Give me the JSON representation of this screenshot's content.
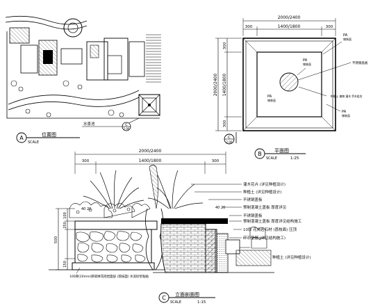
{
  "panel_a": {
    "title": "位置图",
    "letter": "A",
    "scale_label": "SCALE",
    "callout_label": "水景池",
    "callout_letter": "C",
    "callout_sub": "2.06"
  },
  "panel_b": {
    "title": "平面图",
    "letter": "B",
    "scale_label": "SCALE",
    "scale_value": "1:25",
    "dim_outer": "2000/2400",
    "dim_inner": "1400/1800",
    "dim_side_left": "300",
    "dim_side_right": "300",
    "dim_vert_outer": "2000/2400",
    "dim_vert_inner": "1400/1800",
    "dim_vert_top": "300",
    "dim_vert_bottom": "300",
    "section_letter": "C",
    "section_sub": "2.06",
    "labels": [
      {
        "text": "PA",
        "sub": "铺装面"
      },
      {
        "text": "PA",
        "sub": "铺装面"
      },
      {
        "text": "PA",
        "sub": "铺装面"
      },
      {
        "text": "PA",
        "sub": "铺装面"
      }
    ],
    "note_1": "不锈钢盖板",
    "note_2": "种植土 植物 灌木 乔木组合"
  },
  "panel_c": {
    "title": "立面剖面图",
    "letter": "C",
    "scale_label": "SCALE",
    "scale_value": "1:15",
    "dim_outer": "2000/2400",
    "dim_inner": "1400/1800",
    "dim_left": "300",
    "dim_right": "300",
    "dim_v1": "100",
    "dim_v2": "250",
    "dim_v3": "500",
    "dim_v4": "150",
    "level_1": "40 20",
    "level_2": "40 20",
    "notes_right": [
      "灌木花卉 (详见种植设计)",
      "种植土 (详见种植设计)",
      "不锈钢盖板",
      "预制混凝土盖板 厚度详见",
      "不锈钢盖板",
      "预制混凝土盖板 厚度详见结构施工",
      "10厚 花岗岩石材 (荔枝面) 压顶",
      "碎石垫层 (详见结构施工)",
      "种植土 (详见种植设计)"
    ],
    "note_left": "100厚(20mm)厚碎拼花岗岩面层 (荔枝面) 水泥砂浆粘贴"
  }
}
